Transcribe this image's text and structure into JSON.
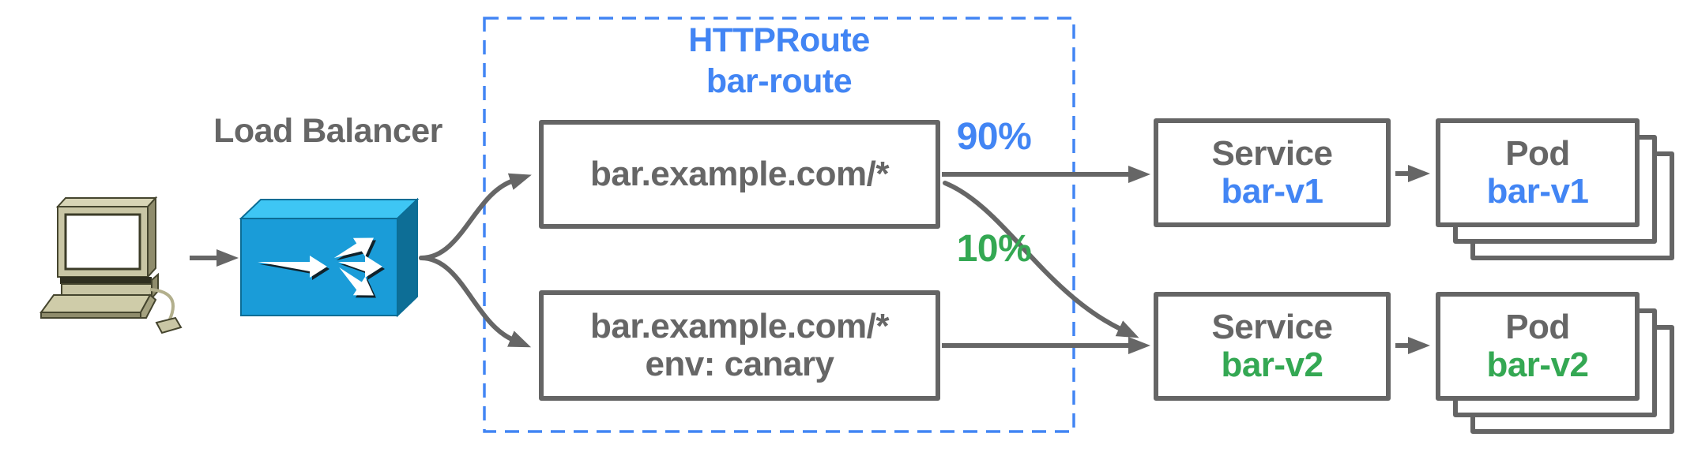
{
  "diagram": {
    "client": {
      "icon": "desktop-computer"
    },
    "load_balancer": {
      "label": "Load Balancer",
      "icon": "load-balancer-fanout-box"
    },
    "httproute_group": {
      "title_kind": "HTTPRoute",
      "title_name": "bar-route",
      "border_color": "#4285F4",
      "rules": [
        {
          "line1": "bar.example.com/*",
          "line2": ""
        },
        {
          "line1": "bar.example.com/*",
          "line2": "env: canary"
        }
      ]
    },
    "traffic_split": [
      {
        "label": "90%",
        "color": "#4285F4",
        "from": "bar.example.com/*",
        "to": "Service bar-v1"
      },
      {
        "label": "10%",
        "color": "#34A853",
        "from": "bar.example.com/*",
        "to": "Service bar-v2"
      }
    ],
    "services": [
      {
        "kind": "Service",
        "name": "bar-v1",
        "name_color": "#4285F4"
      },
      {
        "kind": "Service",
        "name": "bar-v2",
        "name_color": "#34A853"
      }
    ],
    "pods": [
      {
        "kind": "Pod",
        "name": "bar-v1",
        "name_color": "#4285F4",
        "replicas_shown": 3
      },
      {
        "kind": "Pod",
        "name": "bar-v2",
        "name_color": "#34A853",
        "replicas_shown": 3
      }
    ],
    "colors": {
      "line_gray": "#666666",
      "text_gray": "#666666",
      "blue": "#4285F4",
      "green": "#34A853",
      "lb_front": "#1A9CD8",
      "lb_top": "#3EC6F4",
      "lb_side": "#0D6E96"
    }
  }
}
